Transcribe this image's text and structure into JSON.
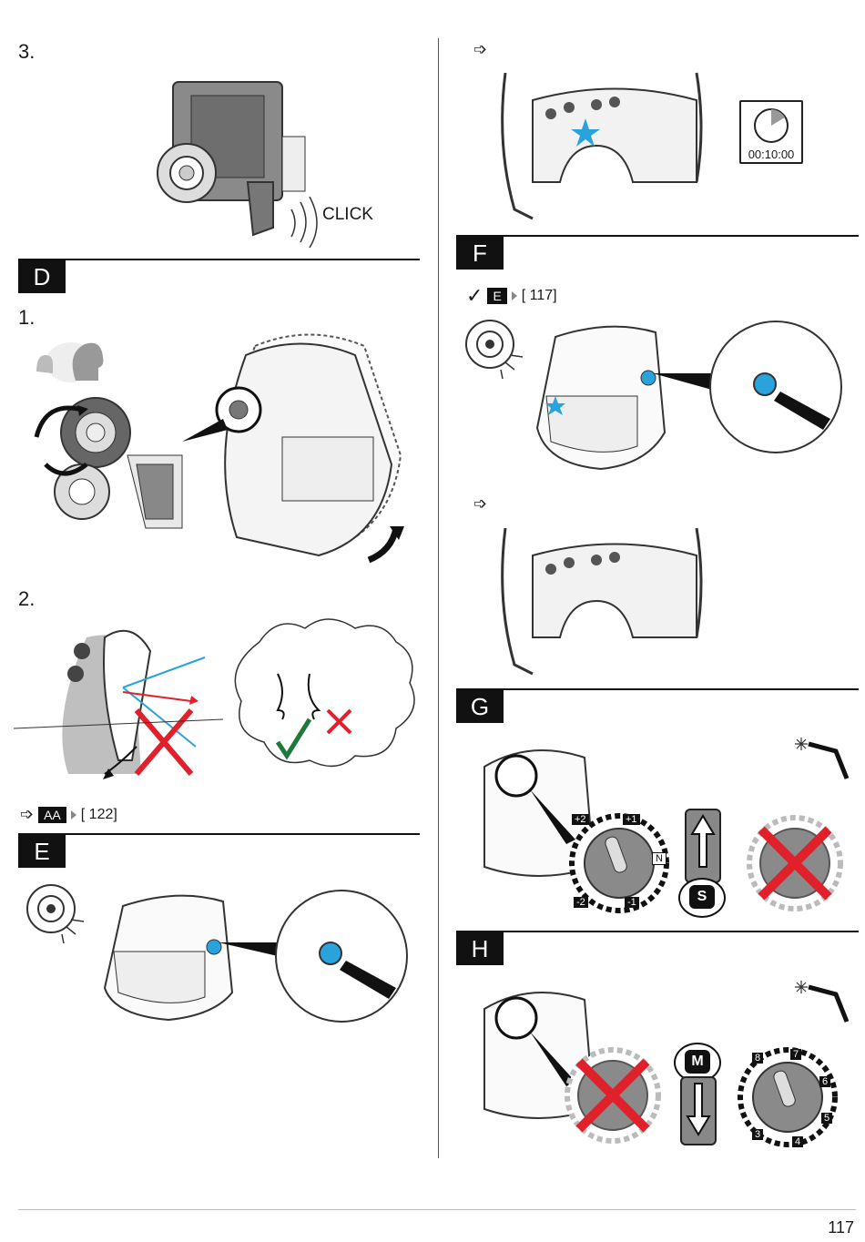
{
  "left": {
    "step3": "3.",
    "click_label": "CLICK",
    "section_d": "D",
    "d_step1": "1.",
    "d_step2": "2.",
    "ref_aa": {
      "arrow": "➩",
      "badge": "AA",
      "page": "[ 122]"
    },
    "section_e": "E"
  },
  "right": {
    "arrow1": "➩",
    "timer": "00:10:00",
    "section_f": "F",
    "ref_e": {
      "check": "✓",
      "badge": "E",
      "page": "[ 117]"
    },
    "arrow2": "➩",
    "section_g": "G",
    "g_switch": "S",
    "g_dial": [
      "+2",
      "+1",
      "N",
      "-1",
      "-2"
    ],
    "section_h": "H",
    "h_switch": "M",
    "h_dial": [
      "8",
      "7",
      "6",
      "5",
      "4",
      "3"
    ]
  },
  "footer": {
    "page_number": "117"
  },
  "colors": {
    "accent_blue": "#2aa3dc",
    "red_x": "#e0202a",
    "green_check": "#1e7a3a"
  }
}
